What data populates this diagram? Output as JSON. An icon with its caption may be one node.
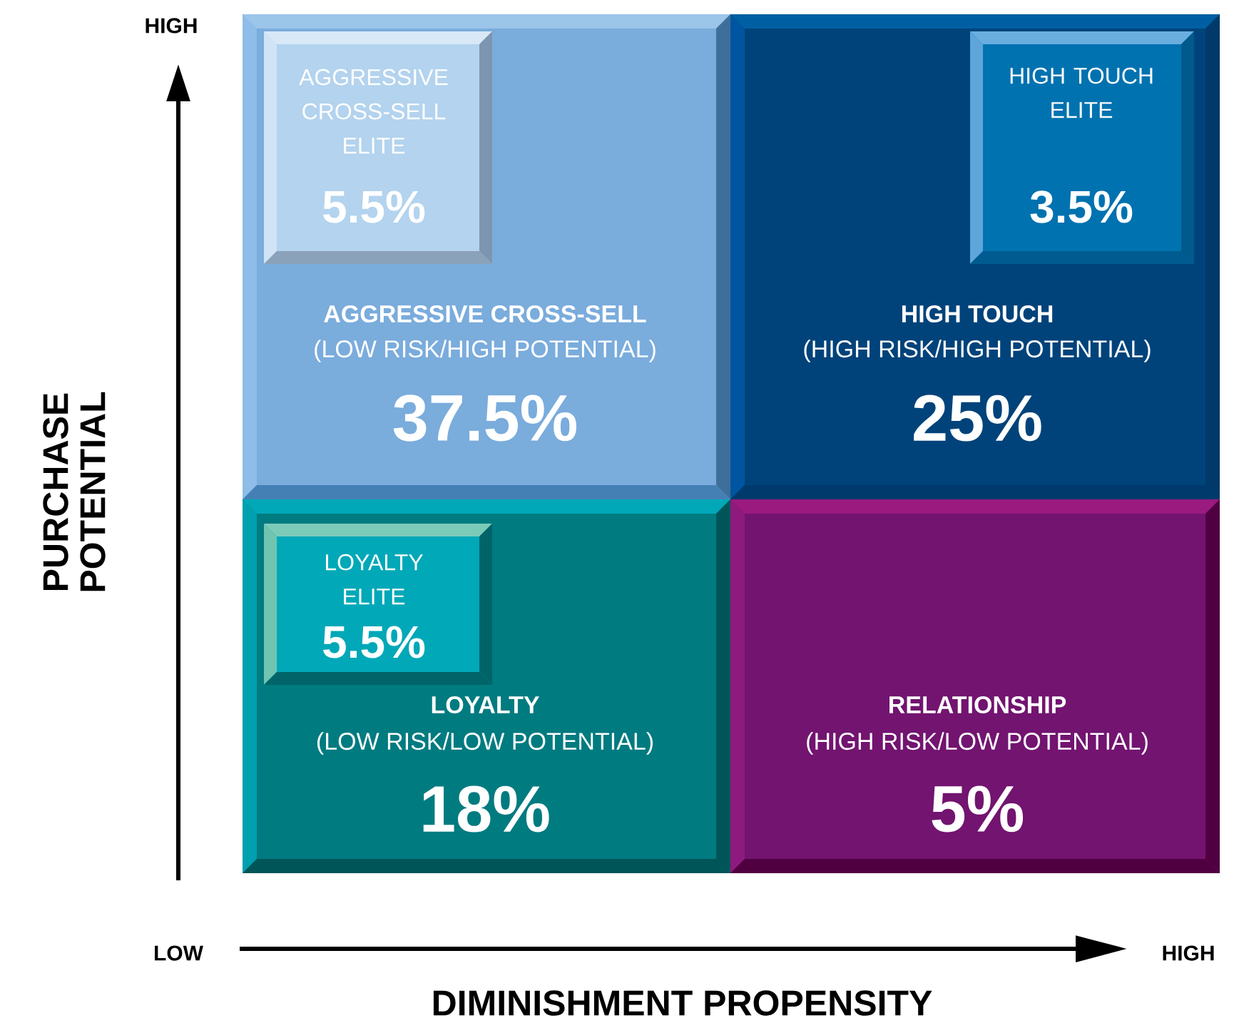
{
  "diagram": {
    "nodes": [
      {
        "text": [
          "AGGRESSIVE CROSS-SELL",
          "(LOW RISK/HIGH POTENTIAL)",
          "37.5%"
        ]
      },
      {
        "text": [
          "AGGRESSIVE CROSS-SELL ELITE",
          "5.5%"
        ],
        "in": 0
      },
      {
        "text": [
          "HIGH TOUCH",
          "(HIGH RISK/HIGH POTENTIAL)",
          "25%"
        ]
      },
      {
        "text": [
          "HIGH TOUCH ELITE",
          "3.5%"
        ],
        "in": 2
      },
      {
        "text": [
          "LOYALTY",
          "(LOW RISK/LOW POTENTIAL)",
          "18%"
        ]
      },
      {
        "text": [
          "LOYALTY ELITE",
          "5.5%"
        ],
        "in": 4
      },
      {
        "text": [
          "RELATIONSHIP",
          "(HIGH RISK/LOW POTENTIAL)",
          "5%"
        ]
      }
    ],
    "labels": [
      "HIGH",
      "PURCHASE POTENTIAL",
      "LOW",
      "HIGH",
      "DIMINISHMENT PROPENSITY"
    ]
  }
}
